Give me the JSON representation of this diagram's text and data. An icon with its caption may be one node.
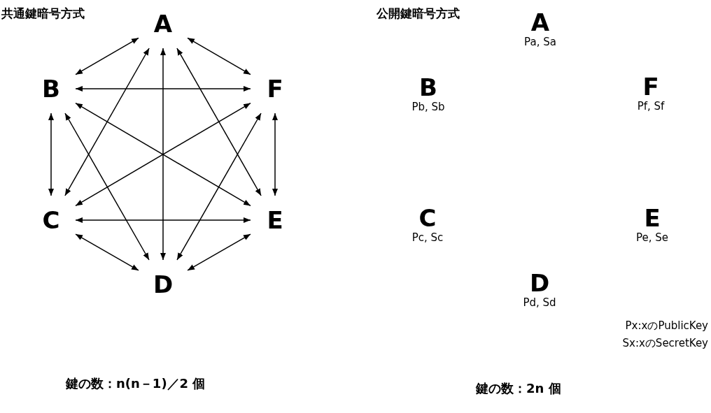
{
  "diagram": {
    "nodes": [
      {
        "text": [
          "A"
        ]
      },
      {
        "text": [
          "B"
        ]
      },
      {
        "text": [
          "C"
        ]
      },
      {
        "text": [
          "D"
        ]
      },
      {
        "text": [
          "E"
        ]
      },
      {
        "text": [
          "F"
        ]
      },
      {
        "text": [
          "A"
        ],
        "beside": [
          "Pa, Sa"
        ]
      },
      {
        "text": [
          "B"
        ],
        "beside": [
          "Pb, Sb"
        ]
      },
      {
        "text": [
          "C"
        ],
        "beside": [
          "Pc, Sc"
        ]
      },
      {
        "text": [
          "D"
        ],
        "beside": [
          "Pd, Sd"
        ]
      },
      {
        "text": [
          "E"
        ],
        "beside": [
          "Pe, Se"
        ]
      },
      {
        "text": [
          "F"
        ],
        "beside": [
          "Pf, Sf"
        ]
      }
    ],
    "edges": [
      {
        "from": 0,
        "to": 1,
        "arrow": "both"
      },
      {
        "from": 0,
        "to": 2,
        "arrow": "both"
      },
      {
        "from": 0,
        "to": 3,
        "arrow": "both"
      },
      {
        "from": 0,
        "to": 4,
        "arrow": "both"
      },
      {
        "from": 0,
        "to": 5,
        "arrow": "both"
      },
      {
        "from": 1,
        "to": 2,
        "arrow": "both"
      },
      {
        "from": 1,
        "to": 3,
        "arrow": "both"
      },
      {
        "from": 1,
        "to": 4,
        "arrow": "both"
      },
      {
        "from": 1,
        "to": 5,
        "arrow": "both"
      },
      {
        "from": 2,
        "to": 3,
        "arrow": "both"
      },
      {
        "from": 2,
        "to": 4,
        "arrow": "both"
      },
      {
        "from": 2,
        "to": 5,
        "arrow": "both"
      },
      {
        "from": 3,
        "to": 4,
        "arrow": "both"
      },
      {
        "from": 3,
        "to": 5,
        "arrow": "both"
      },
      {
        "from": 4,
        "to": 5,
        "arrow": "both"
      }
    ],
    "labels": [
      "共通鍵暗号方式",
      "公開鍵暗号方式",
      "Px:xのPublicKey",
      "Sx:xのSecretKey",
      "鍵の数：n(n－1)／2 個",
      "鍵の数：2n 個"
    ]
  }
}
